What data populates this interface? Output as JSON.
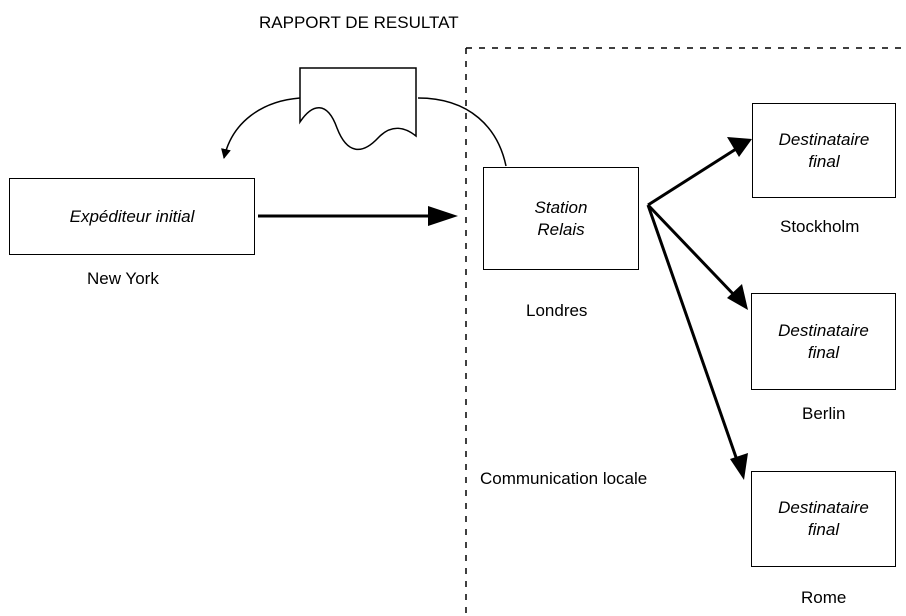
{
  "title": "RAPPORT DE RESULTAT",
  "local_zone_label": "Communication locale",
  "sender": {
    "box_text": "Expéditeur initial",
    "city": "New York"
  },
  "relay": {
    "box_text": "Station\nRelais",
    "city": "Londres"
  },
  "recipients": [
    {
      "box_text": "Destinataire\nfinal",
      "city": "Stockholm"
    },
    {
      "box_text": "Destinataire\nfinal",
      "city": "Berlin"
    },
    {
      "box_text": "Destinataire\nfinal",
      "city": "Rome"
    }
  ],
  "colors": {
    "ink": "#000000",
    "background": "#ffffff"
  },
  "icons": {
    "report": "document-icon"
  }
}
